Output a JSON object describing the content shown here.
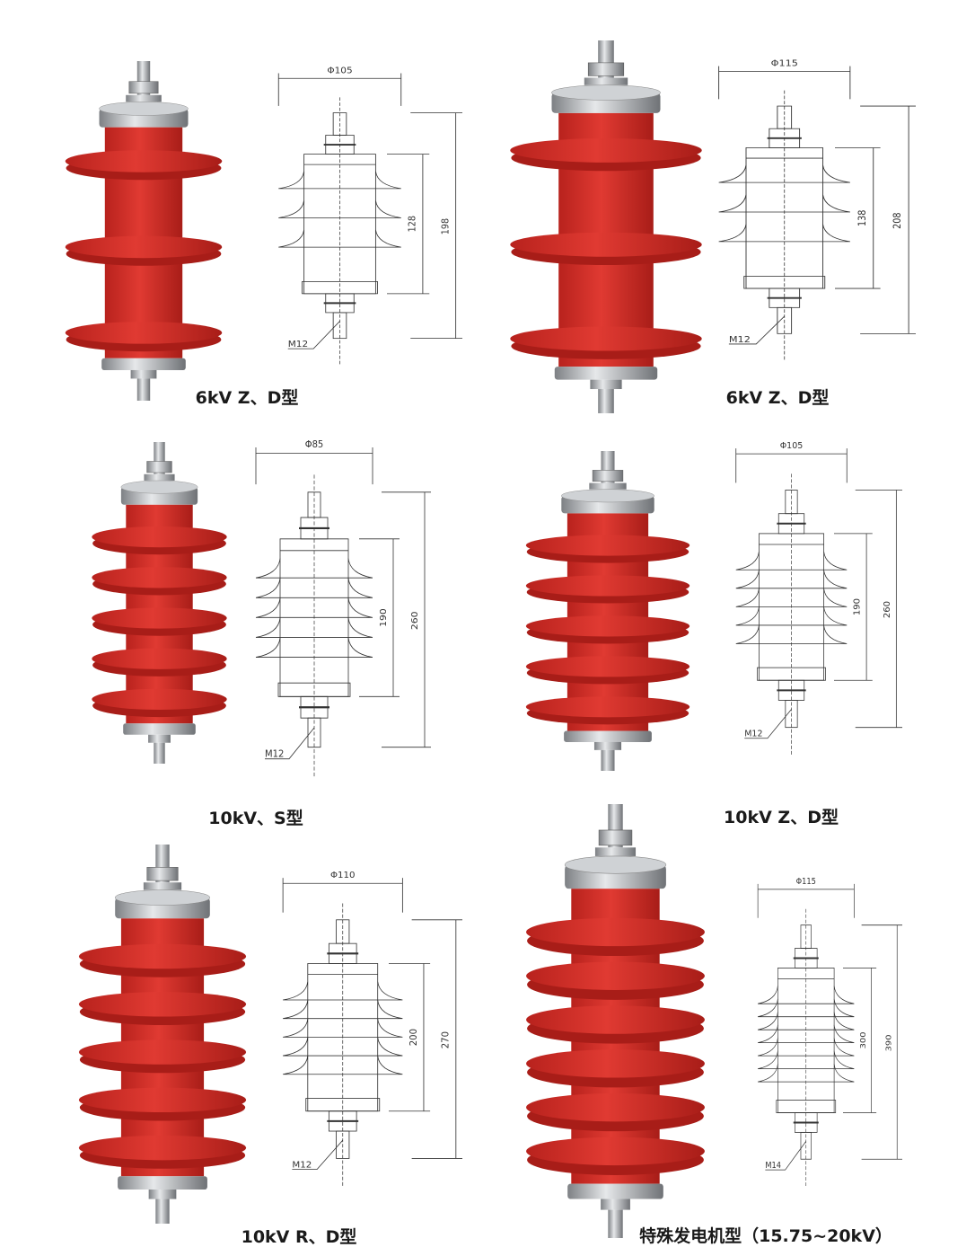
{
  "colors": {
    "body_red": "#d8332c",
    "shed_red": "#e03a32",
    "metal": "#b9bcc0",
    "line": "#333333"
  },
  "panels": [
    {
      "caption": "6kV Z、D型",
      "diameter": "Φ105",
      "inner_height": "128",
      "total_height": "198",
      "thread": "M12",
      "photo_sheds": 3,
      "drawing_sheds": 3
    },
    {
      "caption": "6kV Z、D型",
      "diameter": "Φ115",
      "inner_height": "138",
      "total_height": "208",
      "thread": "M12",
      "photo_sheds": 3,
      "drawing_sheds": 3
    },
    {
      "caption": "10kV、S型",
      "diameter": "Φ85",
      "inner_height": "190",
      "total_height": "260",
      "thread": "M12",
      "photo_sheds": 5,
      "drawing_sheds": 5
    },
    {
      "caption": "10kV Z、D型",
      "diameter": "Φ105",
      "inner_height": "190",
      "total_height": "260",
      "thread": "M12",
      "photo_sheds": 5,
      "drawing_sheds": 5
    },
    {
      "caption": "10kV R、D型",
      "diameter": "Φ110",
      "inner_height": "200",
      "total_height": "270",
      "thread": "M12",
      "photo_sheds": 5,
      "drawing_sheds": 5
    },
    {
      "caption": "特殊发电机型（15.75~20kV）",
      "diameter": "Φ115",
      "inner_height": "300",
      "total_height": "390",
      "thread": "M14",
      "photo_sheds": 6,
      "drawing_sheds": 7
    }
  ]
}
